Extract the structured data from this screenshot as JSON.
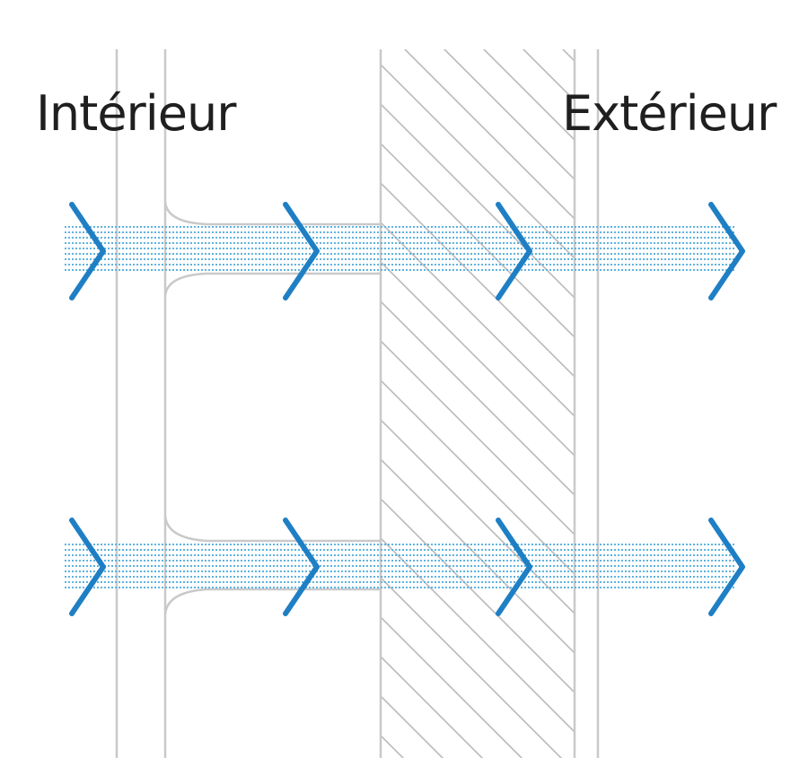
{
  "labels": {
    "interior": "Intérieur",
    "exterior": "Extérieur"
  },
  "colors": {
    "arrow": "#1f7fc4",
    "flow_dots": "#5fb3e0",
    "wall_lines": "#c9c9cb",
    "hatch": "#b9b9bb",
    "text": "#1f1f1f"
  },
  "icons": {
    "chevron": "chevron-right-icon"
  },
  "flows": [
    {
      "name": "flow-top"
    },
    {
      "name": "flow-bottom"
    }
  ]
}
